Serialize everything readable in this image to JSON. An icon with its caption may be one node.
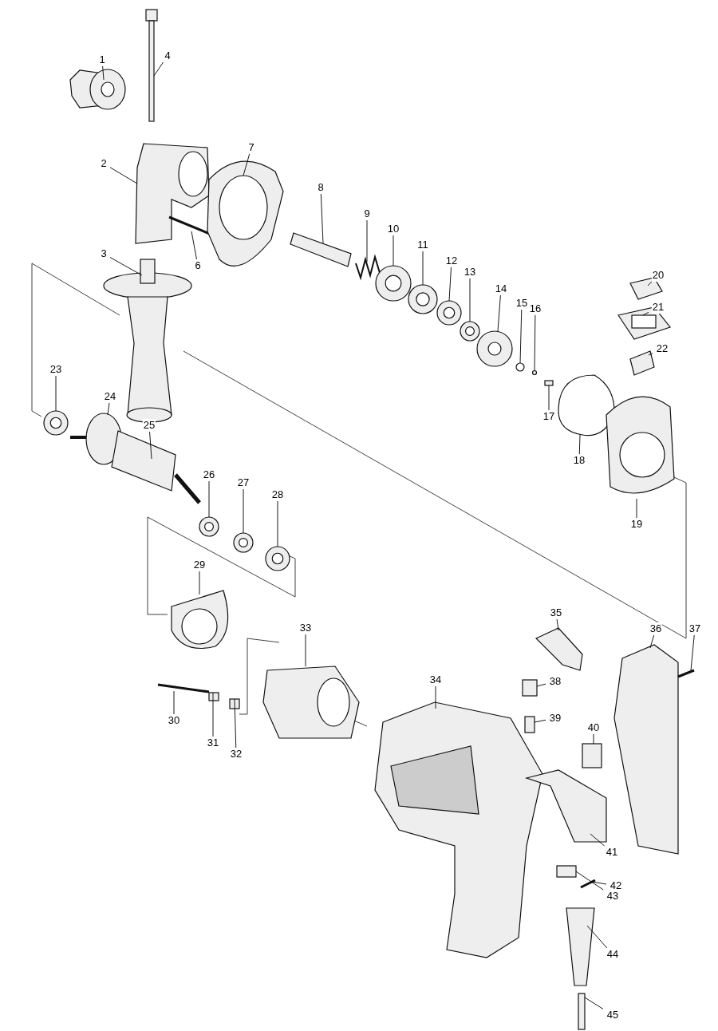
{
  "diagram": {
    "nodes": [
      {
        "text": [
          "1"
        ]
      },
      {
        "text": [
          "2"
        ]
      },
      {
        "text": [
          "3"
        ]
      },
      {
        "text": [
          "4"
        ]
      },
      {
        "text": [
          "6"
        ]
      },
      {
        "text": [
          "7"
        ]
      },
      {
        "text": [
          "8"
        ]
      },
      {
        "text": [
          "9"
        ]
      },
      {
        "text": [
          "10"
        ]
      },
      {
        "text": [
          "11"
        ]
      },
      {
        "text": [
          "12"
        ]
      },
      {
        "text": [
          "13"
        ]
      },
      {
        "text": [
          "14"
        ]
      },
      {
        "text": [
          "15"
        ]
      },
      {
        "text": [
          "16"
        ]
      },
      {
        "text": [
          "17"
        ]
      },
      {
        "text": [
          "18"
        ]
      },
      {
        "text": [
          "19"
        ]
      },
      {
        "text": [
          "20"
        ]
      },
      {
        "text": [
          "21"
        ]
      },
      {
        "text": [
          "22"
        ]
      },
      {
        "text": [
          "23"
        ]
      },
      {
        "text": [
          "24"
        ]
      },
      {
        "text": [
          "25"
        ]
      },
      {
        "text": [
          "26"
        ]
      },
      {
        "text": [
          "27"
        ]
      },
      {
        "text": [
          "28"
        ]
      },
      {
        "text": [
          "29"
        ]
      },
      {
        "text": [
          "30"
        ]
      },
      {
        "text": [
          "31"
        ]
      },
      {
        "text": [
          "32"
        ]
      },
      {
        "text": [
          "33"
        ]
      },
      {
        "text": [
          "34"
        ]
      },
      {
        "text": [
          "35"
        ]
      },
      {
        "text": [
          "36"
        ]
      },
      {
        "text": [
          "37"
        ]
      },
      {
        "text": [
          "38"
        ]
      },
      {
        "text": [
          "39"
        ]
      },
      {
        "text": [
          "40"
        ]
      },
      {
        "text": [
          "41"
        ]
      },
      {
        "text": [
          "42"
        ]
      },
      {
        "text": [
          "43"
        ]
      },
      {
        "text": [
          "44"
        ]
      },
      {
        "text": [
          "45"
        ]
      }
    ],
    "edges": [
      {
        "from": 0,
        "to": null,
        "arrow": "none"
      },
      {
        "from": 1,
        "to": null,
        "arrow": "none"
      },
      {
        "from": 2,
        "to": null,
        "arrow": "none"
      },
      {
        "from": 3,
        "to": null,
        "arrow": "none"
      },
      {
        "from": 4,
        "to": null,
        "arrow": "none"
      },
      {
        "from": 5,
        "to": null,
        "arrow": "none"
      },
      {
        "from": 6,
        "to": null,
        "arrow": "none"
      },
      {
        "from": 7,
        "to": null,
        "arrow": "none"
      },
      {
        "from": 8,
        "to": null,
        "arrow": "none"
      },
      {
        "from": 9,
        "to": null,
        "arrow": "none"
      },
      {
        "from": 10,
        "to": null,
        "arrow": "none"
      },
      {
        "from": 11,
        "to": null,
        "arrow": "none"
      },
      {
        "from": 12,
        "to": null,
        "arrow": "none"
      },
      {
        "from": 13,
        "to": null,
        "arrow": "none"
      },
      {
        "from": 14,
        "to": null,
        "arrow": "none"
      },
      {
        "from": 15,
        "to": null,
        "arrow": "none"
      },
      {
        "from": 16,
        "to": null,
        "arrow": "none"
      },
      {
        "from": 17,
        "to": null,
        "arrow": "none"
      },
      {
        "from": 18,
        "to": null,
        "arrow": "none"
      },
      {
        "from": 19,
        "to": null,
        "arrow": "none"
      },
      {
        "from": 20,
        "to": null,
        "arrow": "none"
      },
      {
        "from": 21,
        "to": null,
        "arrow": "none"
      },
      {
        "from": 22,
        "to": null,
        "arrow": "none"
      },
      {
        "from": 23,
        "to": null,
        "arrow": "none"
      },
      {
        "from": 24,
        "to": null,
        "arrow": "none"
      },
      {
        "from": 25,
        "to": null,
        "arrow": "none"
      },
      {
        "from": 26,
        "to": null,
        "arrow": "none"
      },
      {
        "from": 27,
        "to": null,
        "arrow": "none"
      },
      {
        "from": 28,
        "to": null,
        "arrow": "none"
      },
      {
        "from": 29,
        "to": null,
        "arrow": "none"
      },
      {
        "from": 30,
        "to": null,
        "arrow": "none"
      },
      {
        "from": 31,
        "to": null,
        "arrow": "none"
      },
      {
        "from": 32,
        "to": null,
        "arrow": "none"
      },
      {
        "from": 33,
        "to": null,
        "arrow": "none"
      },
      {
        "from": 34,
        "to": null,
        "arrow": "none"
      },
      {
        "from": 35,
        "to": null,
        "arrow": "none"
      },
      {
        "from": 36,
        "to": null,
        "arrow": "none"
      },
      {
        "from": 37,
        "to": null,
        "arrow": "none"
      },
      {
        "from": 38,
        "to": null,
        "arrow": "none"
      },
      {
        "from": 39,
        "to": null,
        "arrow": "none"
      },
      {
        "from": 40,
        "to": null,
        "arrow": "none"
      },
      {
        "from": 41,
        "to": null,
        "arrow": "none"
      },
      {
        "from": 42,
        "to": null,
        "arrow": "none"
      },
      {
        "from": 43,
        "to": null,
        "arrow": "none"
      }
    ]
  }
}
